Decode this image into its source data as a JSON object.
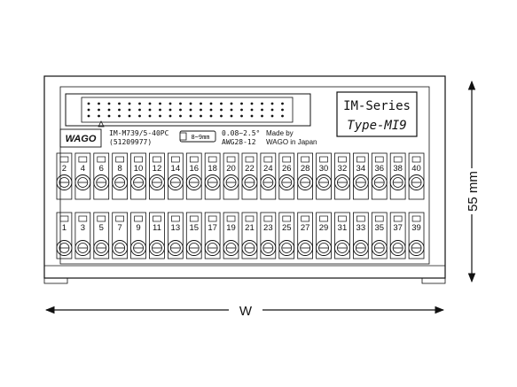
{
  "brand": {
    "logo": "WAGO"
  },
  "product": {
    "part_number": "IM-M739/5-40PC",
    "part_code": "(51209977)",
    "strip_length": "8~9mm",
    "wire_range": "0.08~2.5°",
    "awg_range": "AWG28-12",
    "made_by": "Made by",
    "made_in": "WAGO in Japan"
  },
  "series": {
    "line1": "IM-Series",
    "line2": "Type-MI9"
  },
  "terminals": {
    "top_row": [
      "2",
      "4",
      "6",
      "8",
      "10",
      "12",
      "14",
      "16",
      "18",
      "20",
      "22",
      "24",
      "26",
      "28",
      "30",
      "32",
      "34",
      "36",
      "38",
      "40"
    ],
    "bottom_row": [
      "1",
      "3",
      "5",
      "7",
      "9",
      "11",
      "13",
      "15",
      "17",
      "19",
      "21",
      "23",
      "25",
      "27",
      "29",
      "31",
      "33",
      "35",
      "37",
      "39"
    ]
  },
  "dimensions": {
    "height": "55 mm",
    "width": "W"
  },
  "colors": {
    "line": "#111111",
    "background": "#ffffff"
  }
}
